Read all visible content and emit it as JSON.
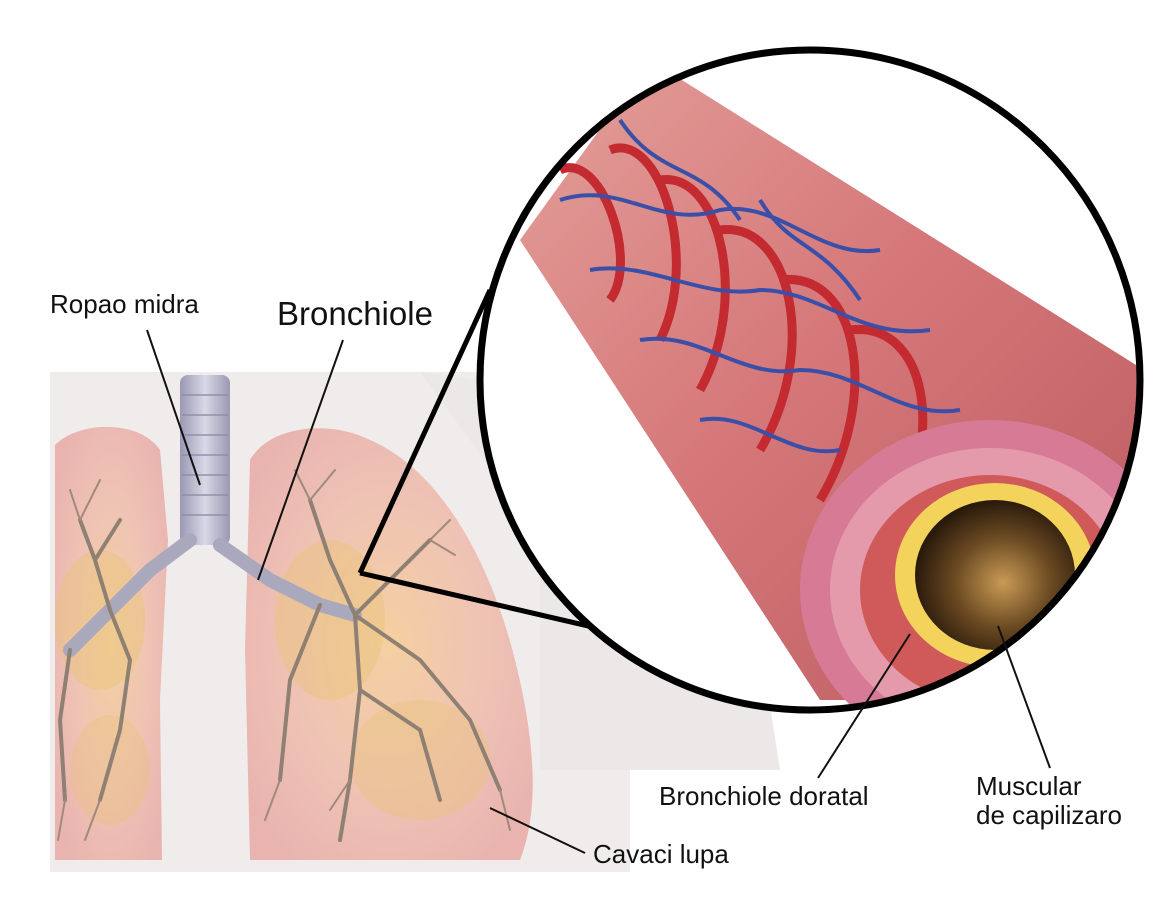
{
  "labels": {
    "trachea": "Ropao midra",
    "bronchiole": "Bronchiole",
    "lung": "Cavaci lupa",
    "bronchiole_wall": "Bronchiole doratal",
    "muscle_line1": "Muscular",
    "muscle_line2": "de capilizaro"
  },
  "colors": {
    "lung_tissue": "#f0c9c3",
    "lung_yellow": "#e7c77a",
    "airway": "#b9b6c8",
    "bronchiole_muscle": "#c9353a",
    "vein": "#3a4fa8",
    "lumen_yellow": "#f3d35b",
    "leader_line": "#111111"
  }
}
